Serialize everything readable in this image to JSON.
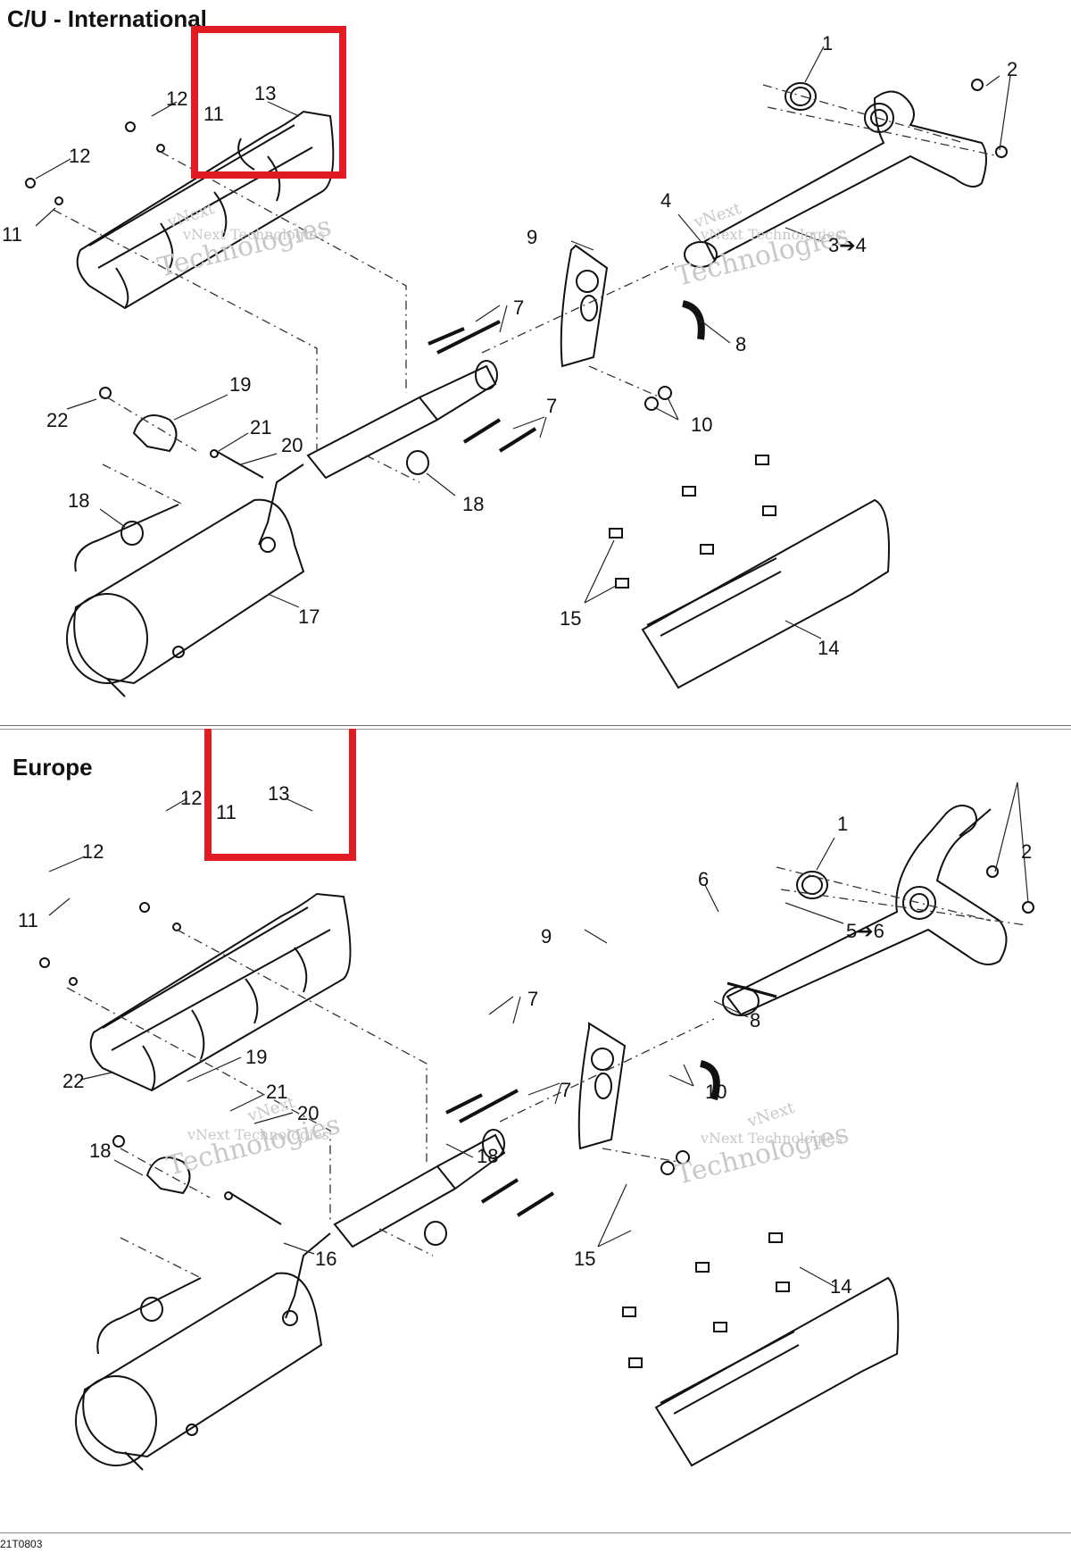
{
  "sections": {
    "top": {
      "title": "C/U - International"
    },
    "bottom": {
      "title": "Europe"
    }
  },
  "watermark": {
    "line1": "vNext",
    "line2": "vNext Technologies",
    "line3": "Technologies"
  },
  "callouts_top": {
    "c1": "1",
    "c2": "2",
    "c4": "4",
    "c4b": "3➔4",
    "c7a": "7",
    "c7b": "7",
    "c8": "8",
    "c9": "9",
    "c10": "10",
    "c11a": "11",
    "c11b": "11",
    "c12a": "12",
    "c12b": "12",
    "c13": "13",
    "c14": "14",
    "c15": "15",
    "c17": "17",
    "c18a": "18",
    "c18b": "18",
    "c19": "19",
    "c20": "20",
    "c21": "21",
    "c22": "22"
  },
  "callouts_bottom": {
    "c1": "1",
    "c2": "2",
    "c5": "5➔6",
    "c6": "6",
    "c7a": "7",
    "c7b": "7",
    "c8": "8",
    "c9": "9",
    "c10": "10",
    "c11a": "11",
    "c11b": "11",
    "c12a": "12",
    "c12b": "12",
    "c13": "13",
    "c14": "14",
    "c15": "15",
    "c16": "16",
    "c18a": "18",
    "c18b": "18",
    "c19": "19",
    "c20": "20",
    "c21": "21",
    "c22": "22"
  },
  "highlight_color": "#e01b24",
  "footer": {
    "code": "21T0803"
  }
}
